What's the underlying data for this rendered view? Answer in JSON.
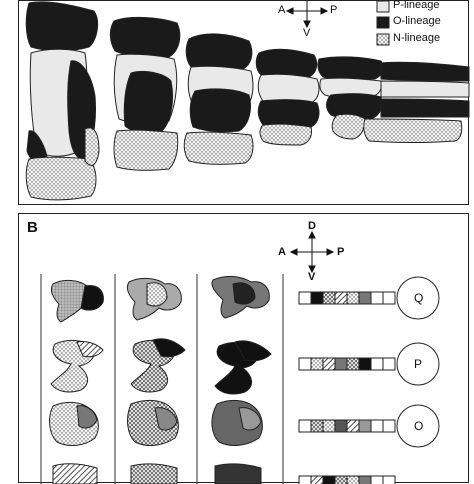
{
  "panelA": {
    "axes": {
      "anterior": "A",
      "posterior": "P",
      "ventral": "V"
    },
    "legend": [
      {
        "label": "P-lineage",
        "fill": "light"
      },
      {
        "label": "O-lineage",
        "fill": "dark"
      },
      {
        "label": "N-lineage",
        "fill": "dotted"
      }
    ]
  },
  "panelB": {
    "label": "B",
    "axes": {
      "dorsal": "D",
      "anterior": "A",
      "posterior": "P",
      "ventral": "V"
    },
    "cells": [
      "Q",
      "P",
      "O"
    ]
  },
  "colors": {
    "dark": "#1a1a1a",
    "light": "#e9e9e9",
    "gray": "#8c8c8c",
    "border": "#222222"
  }
}
